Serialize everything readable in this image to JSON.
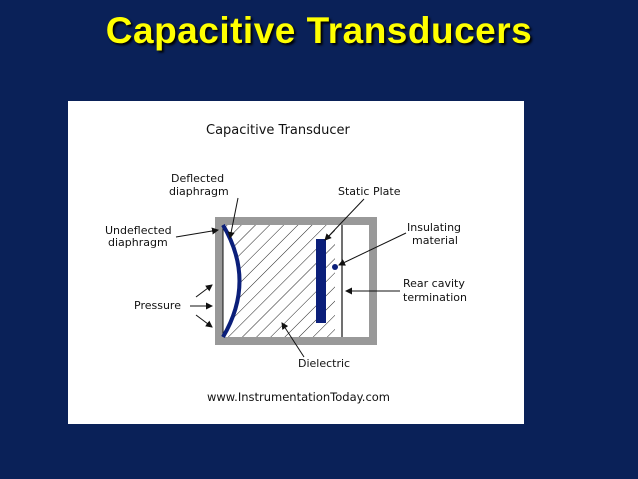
{
  "slide": {
    "title": "Capacitive Transducers"
  },
  "diagram": {
    "title": "Capacitive Transducer",
    "labels": {
      "deflected_line1": "Deflected",
      "deflected_line2": "diaphragm",
      "undeflected_line1": "Undeflected",
      "undeflected_line2": "diaphragm",
      "pressure": "Pressure",
      "static_plate": "Static Plate",
      "insulating_line1": "Insulating",
      "insulating_line2": "material",
      "rear_line1": "Rear cavity",
      "rear_line2": "termination",
      "dielectric": "Dielectric"
    },
    "footer_url": "www.InstrumentationToday.com",
    "colors": {
      "housing": "#999999",
      "diaphragm": "#0b1f7a",
      "static_plate": "#0b1f7a",
      "slide_background": "#0a2158",
      "title": "#ffff00"
    }
  }
}
